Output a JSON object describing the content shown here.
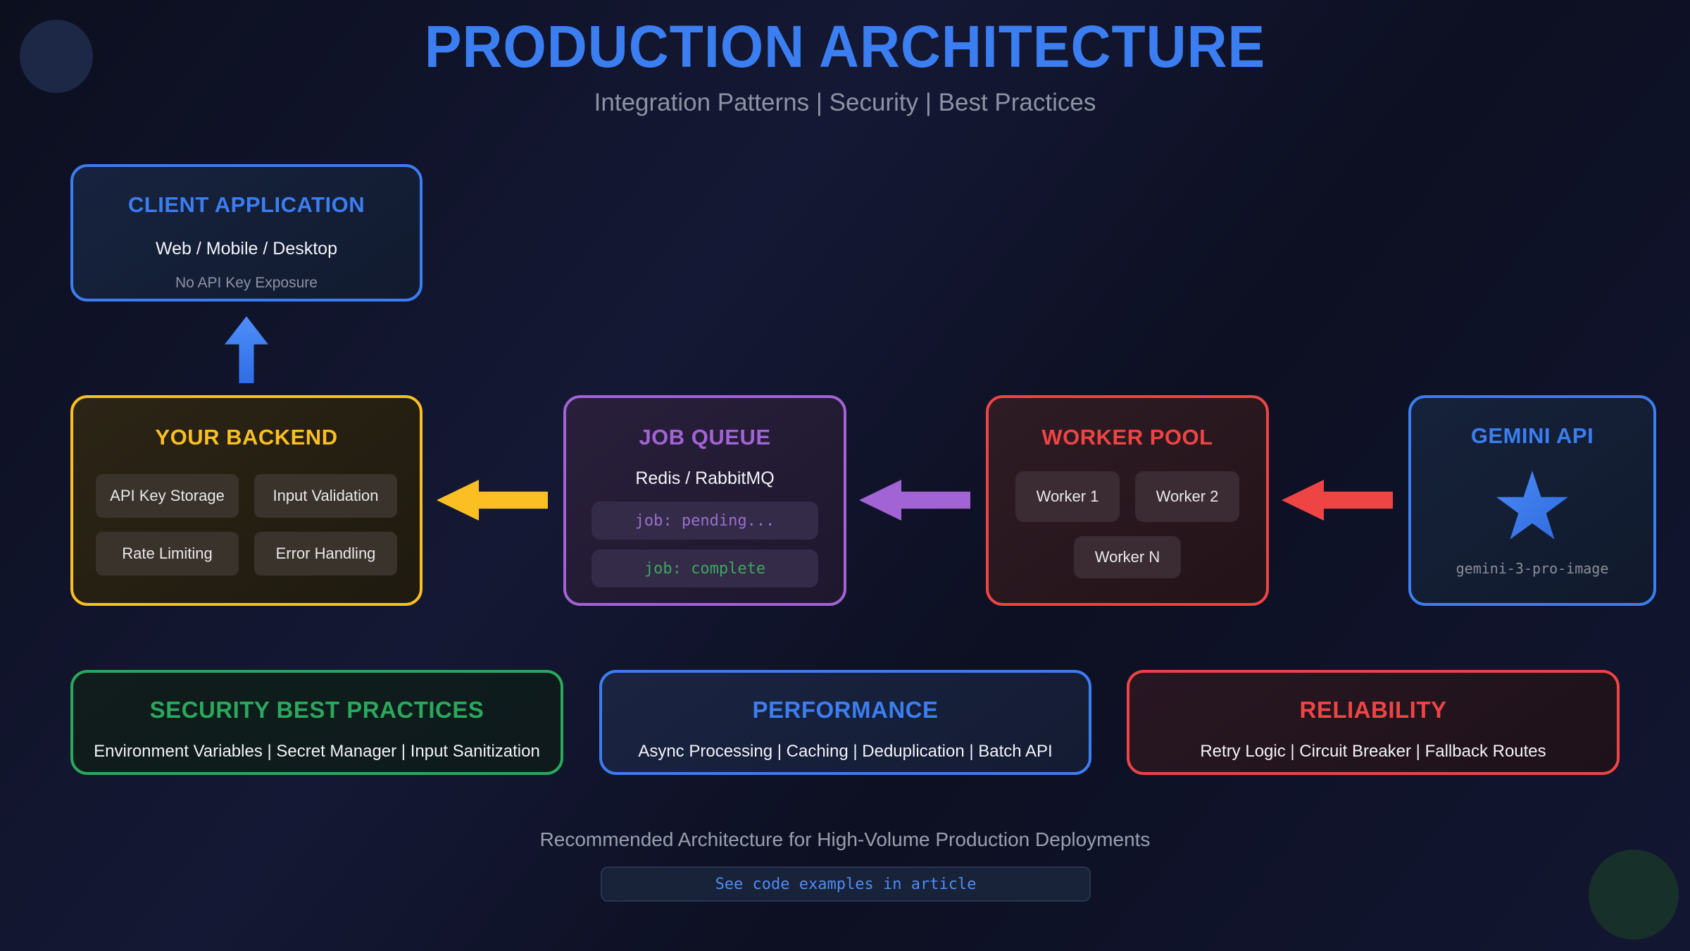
{
  "page": {
    "title": "PRODUCTION ARCHITECTURE",
    "subtitle": "Integration Patterns | Security | Best Practices",
    "footer_note": "Recommended Architecture for High-Volume Production Deployments",
    "footer_button_label": "See code examples in article"
  },
  "colors": {
    "blue": "#3b7ef2",
    "yellow": "#fbbf24",
    "purple": "#a263d4",
    "red": "#ef4444",
    "green": "#2aa85c"
  },
  "boxes": {
    "client": {
      "title": "CLIENT APPLICATION",
      "platforms": "Web / Mobile / Desktop",
      "note": "No API Key Exposure"
    },
    "backend": {
      "title": "YOUR BACKEND",
      "chips": [
        "API Key Storage",
        "Input Validation",
        "Rate Limiting",
        "Error Handling"
      ]
    },
    "queue": {
      "title": "JOB QUEUE",
      "subtitle": "Redis / RabbitMQ",
      "jobs": [
        {
          "label": "job: pending...",
          "state": "pending"
        },
        {
          "label": "job: complete",
          "state": "complete"
        }
      ]
    },
    "workers": {
      "title": "WORKER POOL",
      "chips": [
        "Worker 1",
        "Worker 2",
        "Worker N"
      ]
    },
    "gemini": {
      "title": "GEMINI API",
      "icon": "star-icon",
      "model": "gemini-3-pro-image"
    },
    "security": {
      "title": "SECURITY BEST PRACTICES",
      "body": "Environment Variables | Secret Manager | Input Sanitization"
    },
    "performance": {
      "title": "PERFORMANCE",
      "body": "Async Processing | Caching | Deduplication | Batch API"
    },
    "reliability": {
      "title": "RELIABILITY",
      "body": "Retry Logic | Circuit Breaker | Fallback Routes"
    }
  },
  "arrows": [
    {
      "name": "backend-to-client",
      "direction": "up",
      "color": "blue"
    },
    {
      "name": "queue-to-backend",
      "direction": "left",
      "color": "yellow"
    },
    {
      "name": "workers-to-queue",
      "direction": "left",
      "color": "purple"
    },
    {
      "name": "gemini-to-workers",
      "direction": "left",
      "color": "red"
    }
  ]
}
